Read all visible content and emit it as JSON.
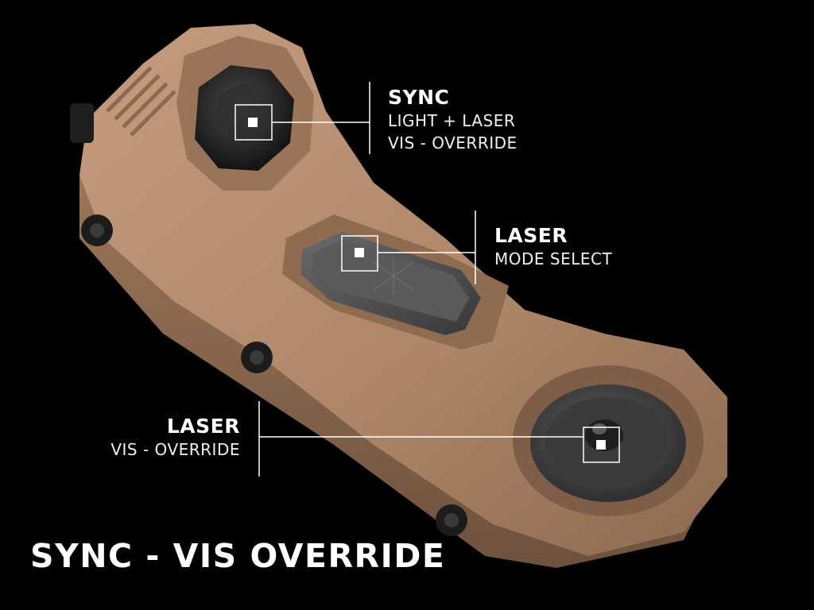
{
  "callouts": {
    "sync": {
      "heading": "SYNC",
      "lines": [
        "LIGHT + LASER",
        "VIS - OVERRIDE"
      ]
    },
    "laser_mode": {
      "heading": "LASER",
      "lines": [
        "MODE SELECT"
      ]
    },
    "laser_override": {
      "heading": "LASER",
      "lines": [
        "VIS - OVERRIDE"
      ]
    }
  },
  "footer_title": "SYNC - VIS OVERRIDE",
  "colors": {
    "background": "#000000",
    "body": "#b58d6f",
    "body_shadow": "#7a5a44",
    "body_highlight": "#cba385",
    "button_dark": "#2a2a2a",
    "pad_gray": "#4a4a4c",
    "text": "#ffffff"
  }
}
